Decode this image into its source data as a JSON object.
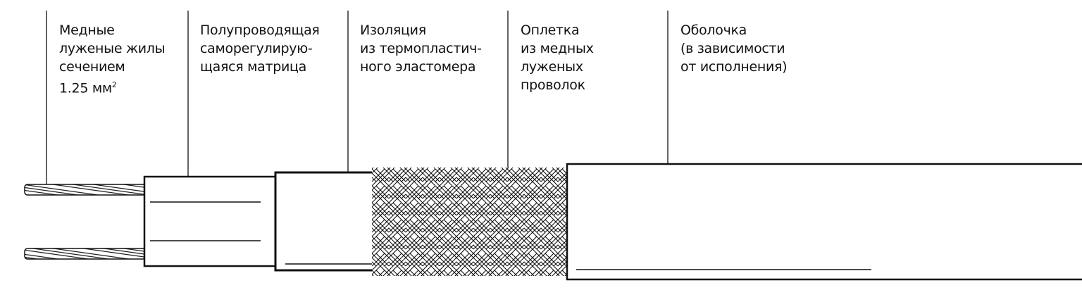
{
  "labels": [
    {
      "text": "Медные\nлуженые жилы\nсечением\n1.25 мм",
      "sup": "2"
    },
    {
      "text": "Полупроводящая\nсаморегулирую-\nщаяся матрица"
    },
    {
      "text": "Изоляция\nиз термопластич-\nного эластомера"
    },
    {
      "text": "Оплетка\nиз медных\nлуженых\nпроволок"
    },
    {
      "text": "Оболочка\n(в зависимости\nот исполнения)"
    }
  ],
  "colors": {
    "stroke": "#111111",
    "background": "#ffffff"
  }
}
